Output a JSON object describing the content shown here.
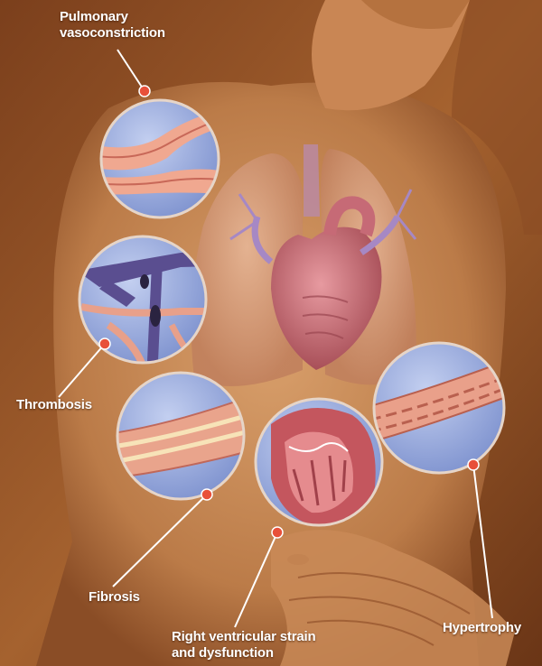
{
  "labels": {
    "pulmonary": [
      "Pulmonary",
      "vasoconstriction"
    ],
    "thrombosis": "Thrombosis",
    "fibrosis": "Fibrosis",
    "right_ventricular": [
      "Right ventricular strain",
      "and dysfunction"
    ],
    "hypertrophy": "Hypertrophy"
  },
  "colors": {
    "skin_light": "#c98a57",
    "skin_dark": "#7a4322",
    "lung": "#d39a7a",
    "heart": "#c06a70",
    "vessel_purple": "#a688c4",
    "inset_blue": "#8fa6dc",
    "vessel_wall": "#e8a08a",
    "marker": "#e8503a",
    "text": "#ffffff"
  }
}
